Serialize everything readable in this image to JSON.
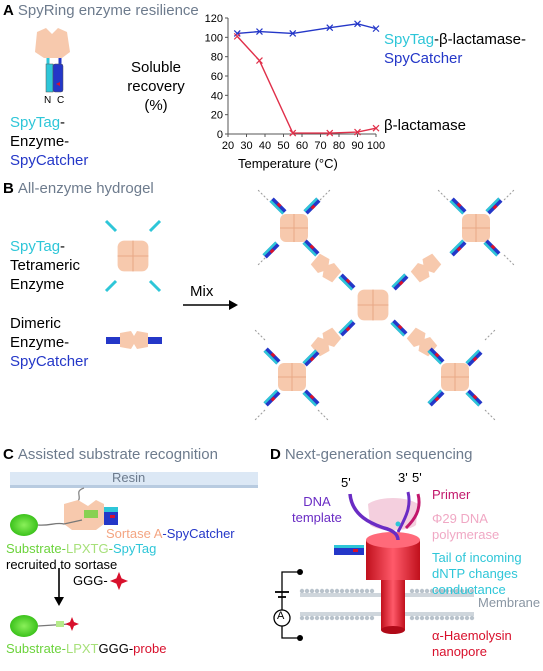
{
  "panels": {
    "a": {
      "letter": "A",
      "title": "SpyRing enzyme resilience"
    },
    "b": {
      "letter": "B",
      "title": "All-enzyme hydrogel"
    },
    "c": {
      "letter": "C",
      "title": "Assisted substrate recognition"
    },
    "d": {
      "letter": "D",
      "title": "Next-generation sequencing"
    }
  },
  "panel_a": {
    "construct_nc": {
      "n": "N",
      "c": "C"
    },
    "construct_label": {
      "part1": "SpyTag",
      "part2": "-",
      "part3": "Enzyme-",
      "part4": "SpyCatcher"
    },
    "ylabel_lines": [
      "Soluble",
      "recovery",
      "(%)"
    ],
    "xlabel": "Temperature (°C)",
    "series_labels": {
      "top_part1": "SpyTag",
      "top_part2": "-β-lactamase-",
      "top_part3": "SpyCatcher",
      "bottom": "β-lactamase"
    }
  },
  "chart_data": {
    "type": "line",
    "xlabel": "Temperature (°C)",
    "ylabel": "Soluble recovery (%)",
    "xlim": [
      20,
      100
    ],
    "ylim": [
      0,
      120
    ],
    "xticks": [
      20,
      30,
      40,
      50,
      60,
      70,
      80,
      90,
      100
    ],
    "yticks": [
      0,
      20,
      40,
      60,
      80,
      100,
      120
    ],
    "grid": false,
    "series": [
      {
        "name": "SpyTag-β-lactamase-SpyCatcher",
        "color": "#2437c8",
        "x": [
          25,
          37,
          55,
          75,
          90,
          100
        ],
        "y": [
          104,
          106,
          104,
          110,
          114,
          109
        ]
      },
      {
        "name": "β-lactamase",
        "color": "#e0304a",
        "x": [
          25,
          37,
          55,
          75,
          90,
          100
        ],
        "y": [
          101,
          76,
          1,
          1,
          2,
          6
        ]
      }
    ]
  },
  "panel_b": {
    "tetra_label": {
      "part1": "SpyTag",
      "part2": "-",
      "line2": "Tetrameric",
      "line3": "Enzyme"
    },
    "dimer_label": {
      "line1": "Dimeric",
      "line2": "Enzyme-",
      "line3": "SpyCatcher"
    },
    "mix_label": "Mix"
  },
  "panel_c": {
    "resin": "Resin",
    "sortase_label": {
      "part1": "Sortase A",
      "part2": "-SpyCatcher"
    },
    "substrate_label": {
      "part1": "Substrate-",
      "part2": "LPXTG",
      "part3": "-",
      "part4": "SpyTag"
    },
    "recruited": "recruited to sortase",
    "ggg_label": "GGG-",
    "product_label": {
      "part1": "Substrate-",
      "part2": "LPXT",
      "part3": "GGG-",
      "part4": "probe"
    }
  },
  "panel_d": {
    "five_prime_1": "5'",
    "three_prime": "3'",
    "five_prime_2": "5'",
    "dna_template": [
      "DNA",
      "template"
    ],
    "primer": "Primer",
    "polymerase": [
      "Φ29 DNA",
      "polymerase"
    ],
    "tail": [
      "Tail of incoming",
      "dNTP changes",
      "conductance"
    ],
    "membrane": "Membrane",
    "ammeter": "A",
    "nanopore": [
      "α-Haemolysin",
      "nanopore"
    ]
  },
  "colors": {
    "spytag": "#2ec6d8",
    "spycatcher": "#2437c8",
    "enzyme": "#f7c9ad",
    "red": "#d8102c",
    "header": "#6d7b8d"
  }
}
